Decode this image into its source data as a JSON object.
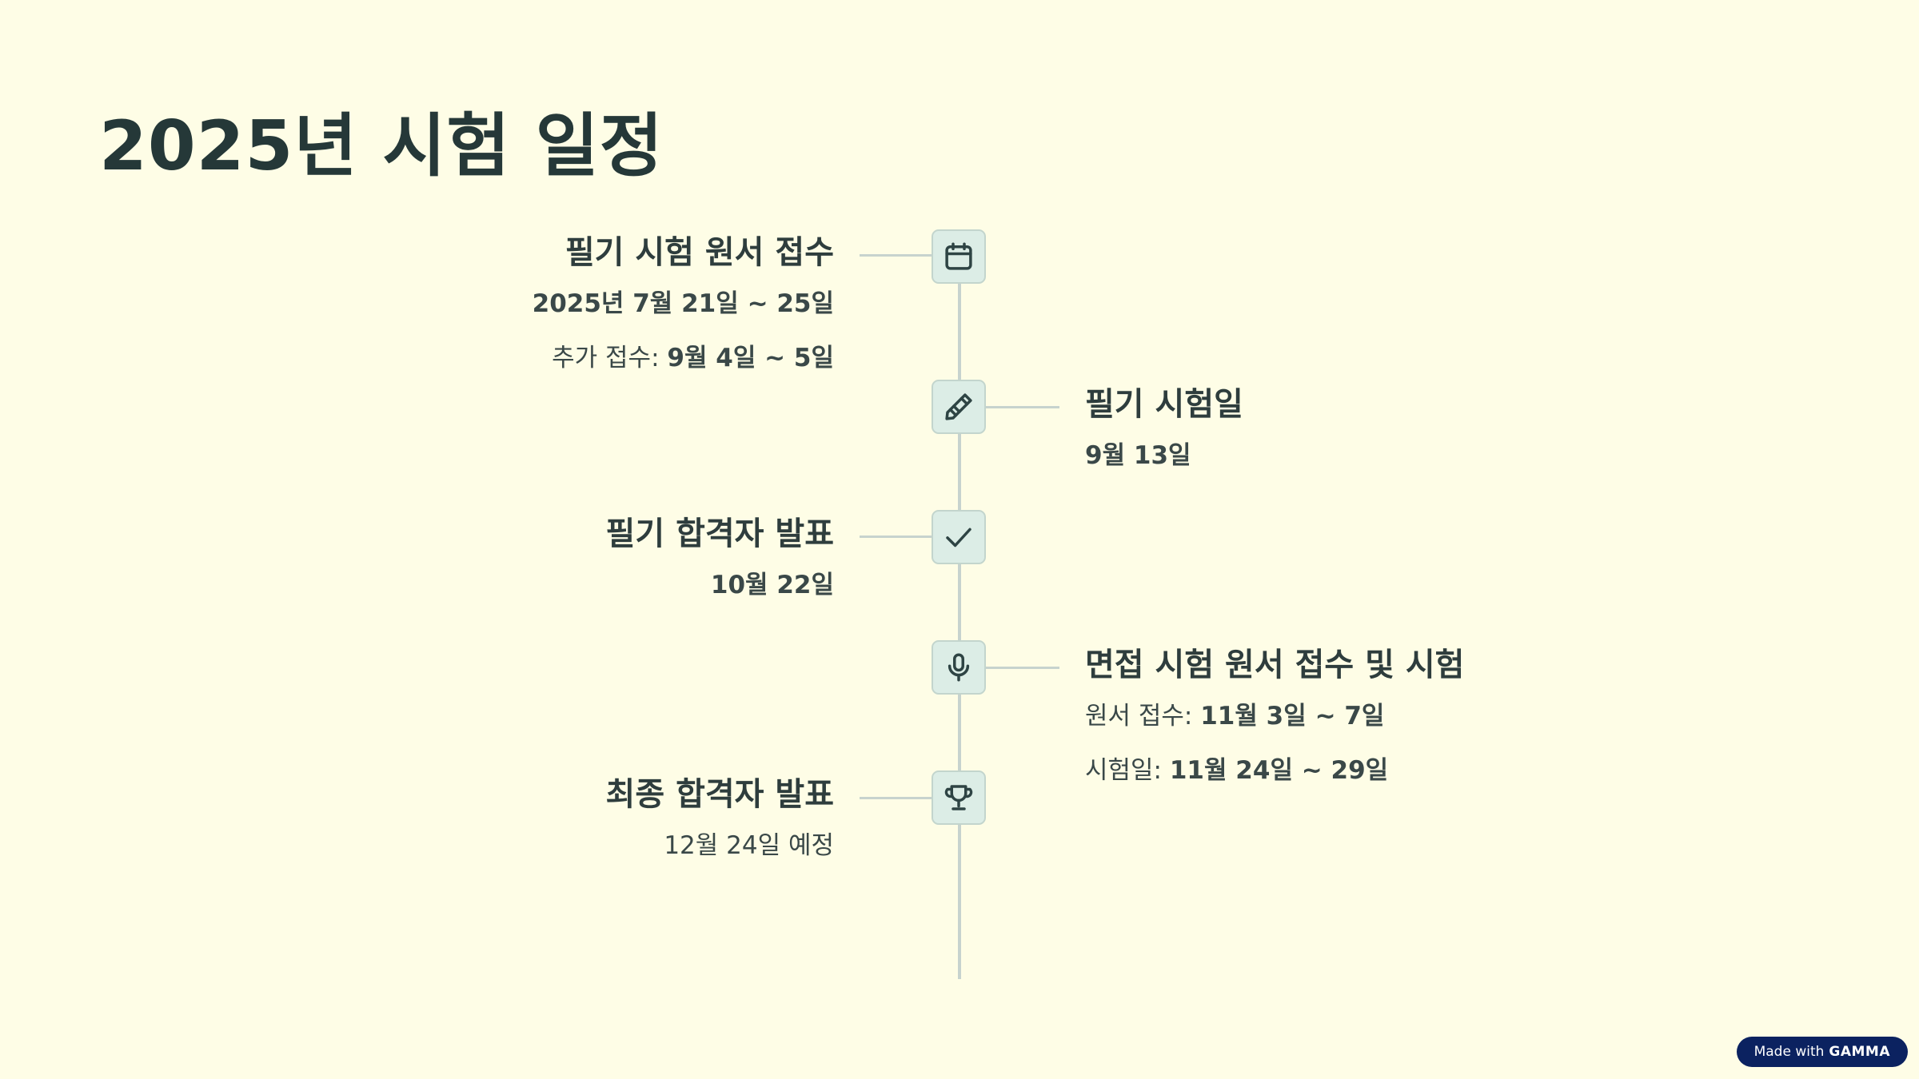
{
  "title": "2025년 시험 일정",
  "events": [
    {
      "title": "필기 시험 원서 접수",
      "line1": {
        "label": "",
        "value": "2025년 7월 21일 ~ 25일"
      },
      "line2": {
        "label": "추가 접수: ",
        "value": "9월 4일 ~ 5일"
      },
      "icon": "calendar-icon"
    },
    {
      "title": "필기 시험일",
      "line1": {
        "label": "",
        "value": "9월 13일"
      },
      "icon": "pencil-icon"
    },
    {
      "title": "필기 합격자 발표",
      "line1": {
        "label": "",
        "value": "10월 22일"
      },
      "icon": "check-icon"
    },
    {
      "title": "면접 시험 원서 접수 및 시험",
      "line1": {
        "label": "원서 접수: ",
        "value": "11월 3일 ~ 7일"
      },
      "line2": {
        "label": "시험일: ",
        "value": "11월 24일 ~ 29일"
      },
      "icon": "microphone-icon"
    },
    {
      "title": "최종 합격자 발표",
      "line1": {
        "label": "12월 24일 예정",
        "value": ""
      },
      "icon": "trophy-icon"
    }
  ],
  "badge": {
    "prefix": "Made with",
    "brand": "GAMMA"
  },
  "colors": {
    "background": "#FEFDE6",
    "title": "#253838",
    "timeline": "#C7D3CE",
    "icon_bg": "#DCEDE6",
    "badge_bg": "#0B2260"
  }
}
